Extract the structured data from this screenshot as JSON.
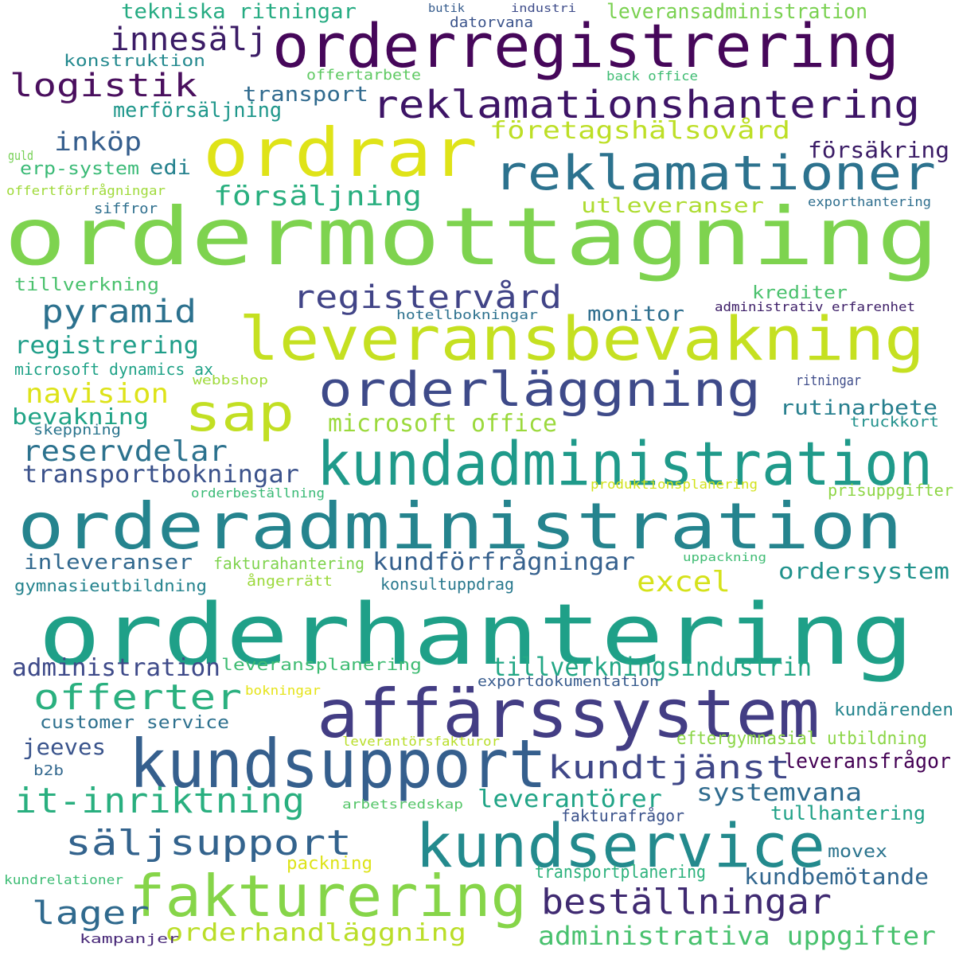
{
  "words": [
    {
      "text": "orderregistrering",
      "color": "#46075a"
    },
    {
      "text": "ordrar",
      "color": "#dfe318"
    },
    {
      "text": "reklamationshantering",
      "color": "#3d1466"
    },
    {
      "text": "reklamationer",
      "color": "#2c728e"
    },
    {
      "text": "innesälj",
      "color": "#3b1c66"
    },
    {
      "text": "logistik",
      "color": "#4a0f5e"
    },
    {
      "text": "ordermottagning",
      "color": "#7ed34f"
    },
    {
      "text": "leveransbevakning",
      "color": "#c5e021"
    },
    {
      "text": "sap",
      "color": "#c2df23"
    },
    {
      "text": "orderläggning",
      "color": "#3e4a89"
    },
    {
      "text": "kundadministration",
      "color": "#1f9a8a"
    },
    {
      "text": "orderadministration",
      "color": "#25848e"
    },
    {
      "text": "orderhantering",
      "color": "#1fa088"
    },
    {
      "text": "affärssystem",
      "color": "#433d84"
    },
    {
      "text": "kundsupport",
      "color": "#355f8d"
    },
    {
      "text": "kundservice",
      "color": "#238a8d"
    },
    {
      "text": "fakturering",
      "color": "#86d549"
    },
    {
      "text": "säljsupport",
      "color": "#33638d"
    },
    {
      "text": "kundtjänst",
      "color": "#3f4788"
    },
    {
      "text": "it-inriktning",
      "color": "#29af7f"
    },
    {
      "text": "offerter",
      "color": "#2ab07f"
    },
    {
      "text": "beställningar",
      "color": "#3f2a71"
    },
    {
      "text": "lager",
      "color": "#306a8e"
    },
    {
      "text": "orderhandläggning",
      "color": "#bade28"
    },
    {
      "text": "administrativa uppgifter",
      "color": "#48c16e"
    },
    {
      "text": "pyramid",
      "color": "#2c718e"
    },
    {
      "text": "registervård",
      "color": "#414487"
    },
    {
      "text": "företagshälsovård",
      "color": "#bddf26"
    },
    {
      "text": "försäljning",
      "color": "#29af7f"
    },
    {
      "text": "inköp",
      "color": "#355e8d"
    },
    {
      "text": "transport",
      "color": "#306a8e"
    },
    {
      "text": "tekniska ritningar",
      "color": "#25ab82"
    },
    {
      "text": "leveransadministration",
      "color": "#7ad151"
    },
    {
      "text": "butik",
      "color": "#365c8d"
    },
    {
      "text": "industri",
      "color": "#3e4c8a"
    },
    {
      "text": "datorvana",
      "color": "#3a538b"
    },
    {
      "text": "konstruktion",
      "color": "#23898e"
    },
    {
      "text": "offertarbete",
      "color": "#5ec962"
    },
    {
      "text": "back office",
      "color": "#3fbc73"
    },
    {
      "text": "merförsäljning",
      "color": "#1f978b"
    },
    {
      "text": "edi",
      "color": "#26828e"
    },
    {
      "text": "erp-system",
      "color": "#3aba76"
    },
    {
      "text": "guld",
      "color": "#75d054"
    },
    {
      "text": "offertförfrågningar",
      "color": "#9fda3a"
    },
    {
      "text": "siffror",
      "color": "#2e6f8e"
    },
    {
      "text": "försäkring",
      "color": "#3b1c66"
    },
    {
      "text": "utleveranser",
      "color": "#addc30"
    },
    {
      "text": "exporthantering",
      "color": "#2e6e8e"
    },
    {
      "text": "tillverkning",
      "color": "#4ac16d"
    },
    {
      "text": "krediter",
      "color": "#4ac16d"
    },
    {
      "text": "administrativ erfarenhet",
      "color": "#3b1c66"
    },
    {
      "text": "monitor",
      "color": "#2e6e8e"
    },
    {
      "text": "hotellbokningar",
      "color": "#2c718e"
    },
    {
      "text": "registrering",
      "color": "#1f9e89"
    },
    {
      "text": "microsoft dynamics ax",
      "color": "#1fa287"
    },
    {
      "text": "webbshop",
      "color": "#9fda3a"
    },
    {
      "text": "navision",
      "color": "#dde318"
    },
    {
      "text": "bevakning",
      "color": "#20a386"
    },
    {
      "text": "skeppning",
      "color": "#2b758e"
    },
    {
      "text": "microsoft office",
      "color": "#9bd93c"
    },
    {
      "text": "ritningar",
      "color": "#3e4c8a"
    },
    {
      "text": "rutinarbete",
      "color": "#277f8e"
    },
    {
      "text": "truckkort",
      "color": "#21918c"
    },
    {
      "text": "reservdelar",
      "color": "#2c728e"
    },
    {
      "text": "transportbokningar",
      "color": "#3b528b"
    },
    {
      "text": "produktionsplanering",
      "color": "#d2e21b"
    },
    {
      "text": "prisuppgifter",
      "color": "#8ed645"
    },
    {
      "text": "orderbeställning",
      "color": "#3aba76"
    },
    {
      "text": "inleveranser",
      "color": "#31688e"
    },
    {
      "text": "fakturahantering",
      "color": "#7fd34e"
    },
    {
      "text": "kundförfrågningar",
      "color": "#35608d"
    },
    {
      "text": "excel",
      "color": "#d5e21a"
    },
    {
      "text": "ordersystem",
      "color": "#20928c"
    },
    {
      "text": "uppackning",
      "color": "#3fbc73"
    },
    {
      "text": "gymnasieutbildning",
      "color": "#25838e"
    },
    {
      "text": "ångerrätt",
      "color": "#9bd93c"
    },
    {
      "text": "konsultuppdrag",
      "color": "#29798e"
    },
    {
      "text": "administration",
      "color": "#3e4a89"
    },
    {
      "text": "leveransplanering",
      "color": "#3fbc73"
    },
    {
      "text": "tillverkningsindustrin",
      "color": "#22a785"
    },
    {
      "text": "exportdokumentation",
      "color": "#375b8d"
    },
    {
      "text": "bokningar",
      "color": "#e5e419"
    },
    {
      "text": "customer service",
      "color": "#2d708e"
    },
    {
      "text": "kundärenden",
      "color": "#25858e"
    },
    {
      "text": "jeeves",
      "color": "#3a548c"
    },
    {
      "text": "leverantörsfakturor",
      "color": "#b8de29"
    },
    {
      "text": "eftergymnasial utbildning",
      "color": "#8bd646"
    },
    {
      "text": "b2b",
      "color": "#31678e"
    },
    {
      "text": "leveransfrågor",
      "color": "#440154"
    },
    {
      "text": "systemvana",
      "color": "#2f6b8e"
    },
    {
      "text": "leverantörer",
      "color": "#20a486"
    },
    {
      "text": "arbetsredskap",
      "color": "#54c568"
    },
    {
      "text": "fakturafrågor",
      "color": "#3b528b"
    },
    {
      "text": "tullhantering",
      "color": "#1fa187"
    },
    {
      "text": "movex",
      "color": "#2b748e"
    },
    {
      "text": "packning",
      "color": "#dde318"
    },
    {
      "text": "kundrelationer",
      "color": "#3dbc74"
    },
    {
      "text": "transportplanering",
      "color": "#2db27d"
    },
    {
      "text": "kundbemötande",
      "color": "#31668e"
    },
    {
      "text": "kampanjer",
      "color": "#482878"
    }
  ]
}
